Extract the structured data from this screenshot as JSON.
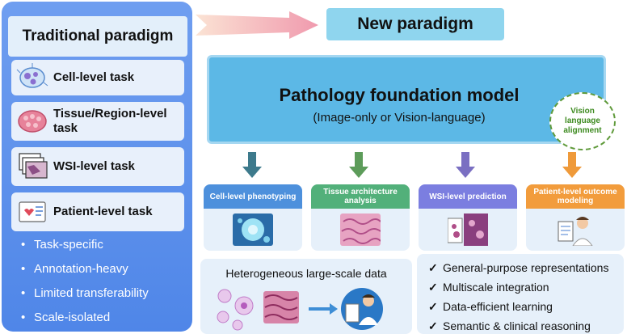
{
  "left": {
    "title": "Traditional paradigm",
    "tasks": [
      {
        "label": "Cell-level task",
        "icon": "cell-icon"
      },
      {
        "label": "Tissue/Region-level task",
        "icon": "tissue-icon"
      },
      {
        "label": "WSI-level task",
        "icon": "wsi-slides-icon"
      },
      {
        "label": "Patient-level task",
        "icon": "patient-record-icon"
      }
    ],
    "bullets": [
      "Task-specific",
      "Annotation-heavy",
      "Limited transferability",
      "Scale-isolated"
    ]
  },
  "new": {
    "title": "New paradigm",
    "model_title": "Pathology foundation model",
    "model_subtitle": "(Image-only or Vision-language)",
    "alignment_badge": "Vision language alignment"
  },
  "outputs": [
    {
      "label": "Cell-level phenotyping",
      "color": "#4d90dc",
      "arrow_color": "#3d7a8c",
      "icon": "cell-culture-icon"
    },
    {
      "label": "Tissue architecture analysis",
      "color": "#52b07a",
      "arrow_color": "#5d9c5a",
      "icon": "tissue-architecture-icon"
    },
    {
      "label": "WSI-level prediction",
      "color": "#7b7ee0",
      "arrow_color": "#7a6fc2",
      "icon": "wsi-prediction-icon"
    },
    {
      "label": "Patient-level outcome modeling",
      "color": "#f29c3c",
      "arrow_color": "#ef9a3a",
      "icon": "doctor-icon"
    }
  ],
  "data_box": {
    "title": "Heterogeneous large-scale data"
  },
  "features": [
    "General-purpose representations",
    "Multiscale integration",
    "Data-efficient learning",
    "Semantic & clinical reasoning"
  ],
  "colors": {
    "left_panel": "#5b8fea",
    "model_box": "#5cb8e6",
    "new_title_bg": "#8fd5ee",
    "card_bg": "#e6f0fa",
    "big_arrow": "#f3a0b0"
  }
}
